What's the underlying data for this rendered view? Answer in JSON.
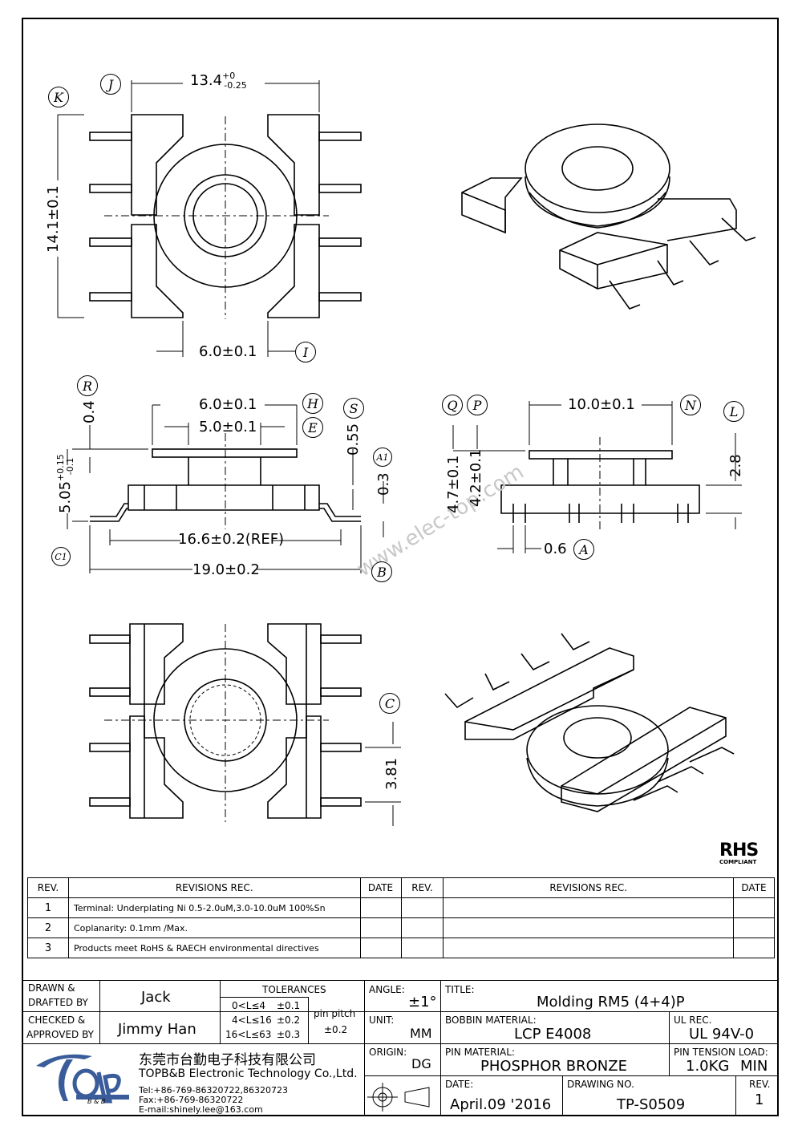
{
  "dims": {
    "j_width": "13.4",
    "j_tol_plus": "+0",
    "j_tol_minus": "-0.25",
    "k_height": "14.1±0.1",
    "i_width": "6.0±0.1",
    "h_width": "6.0±0.1",
    "e_width": "5.0±0.1",
    "r_value": "0.4",
    "s_value": "0.55",
    "height_505": "5.05",
    "height_505_plus": "+0.15",
    "height_505_minus": "-0.1",
    "v_03": "0.3",
    "ref_width": "16.6±0.2(REF)",
    "b_width": "19.0±0.2",
    "n_width": "10.0±0.1",
    "q_height": "4.7±0.1",
    "p_height": "4.2±0.1",
    "l_height": "2.8",
    "a_width": "0.6",
    "c_value": "3.81"
  },
  "letters": {
    "j": "J",
    "k": "K",
    "i": "I",
    "r": "R",
    "h": "H",
    "s": "S",
    "e": "E",
    "a1": "A1",
    "c1": "C1",
    "b": "B",
    "q": "Q",
    "p": "P",
    "n": "N",
    "l": "L",
    "a": "A",
    "c": "C"
  },
  "watermark": "www.elec-top.com",
  "rohs": {
    "logo": "RHS",
    "sub": "COMPLIANT"
  },
  "revisions": {
    "headers": [
      "REV.",
      "REVISIONS    REC.",
      "DATE",
      "REV.",
      "REVISIONS    REC.",
      "DATE"
    ],
    "rows": [
      {
        "rev": "1",
        "text": "Terminal: Underplating Ni 0.5-2.0uM,3.0-10.0uM 100%Sn"
      },
      {
        "rev": "2",
        "text": "Coplanarity: 0.1mm /Max."
      },
      {
        "rev": "3",
        "text": "Products meet RoHS & RAECH environmental directives"
      }
    ]
  },
  "title_block": {
    "drawn_label": "DRAWN &",
    "drafted_label": "DRAFTED BY",
    "drawn_name": "Jack",
    "checked_label": "CHECKED &",
    "approved_label": "APPROVED BY",
    "checked_name": "Jimmy Han",
    "tolerances_label": "TOLERANCES",
    "tol_rows": [
      {
        "range": "0<L≤4",
        "tol": "±0.1"
      },
      {
        "range": "4<L≤16",
        "tol": "±0.2"
      },
      {
        "range": "16<L≤63",
        "tol": "±0.3"
      }
    ],
    "pin_pitch_label": "pin pitch",
    "pin_pitch_tol": "±0.2",
    "angle_label": "ANGLE:",
    "angle_value": "±1°",
    "unit_label": "UNIT:",
    "unit_value": "MM",
    "origin_label": "ORIGIN:",
    "origin_value": "DG",
    "title_label": "TITLE:",
    "title_value": "Molding RM5 (4+4)P",
    "bobbin_label": "BOBBIN MATERIAL:",
    "bobbin_value": "LCP E4008",
    "ul_label": "UL REC.",
    "ul_value": "UL 94V-0",
    "pin_label": "PIN MATERIAL:",
    "pin_value": "PHOSPHOR BRONZE",
    "tension_label": "PIN TENSION LOAD:",
    "tension_value": "1.0KG",
    "tension_min": "MIN",
    "date_label": "DATE:",
    "date_value": "April.09 '2016",
    "drawing_label": "DRAWING NO.",
    "drawing_value": "TP-S0509",
    "rev_label": "REV.",
    "rev_value": "1",
    "company_cn": "东莞市台勤电子科技有限公司",
    "company_en": "TOPB&B Electronic Technology Co.,Ltd.",
    "tel": "Tel:+86-769-86320722,86320723",
    "fax": "Fax:+86-769-86320722",
    "email": "E-mail:shinely.lee@163.com",
    "logo_sub": "B & B"
  }
}
